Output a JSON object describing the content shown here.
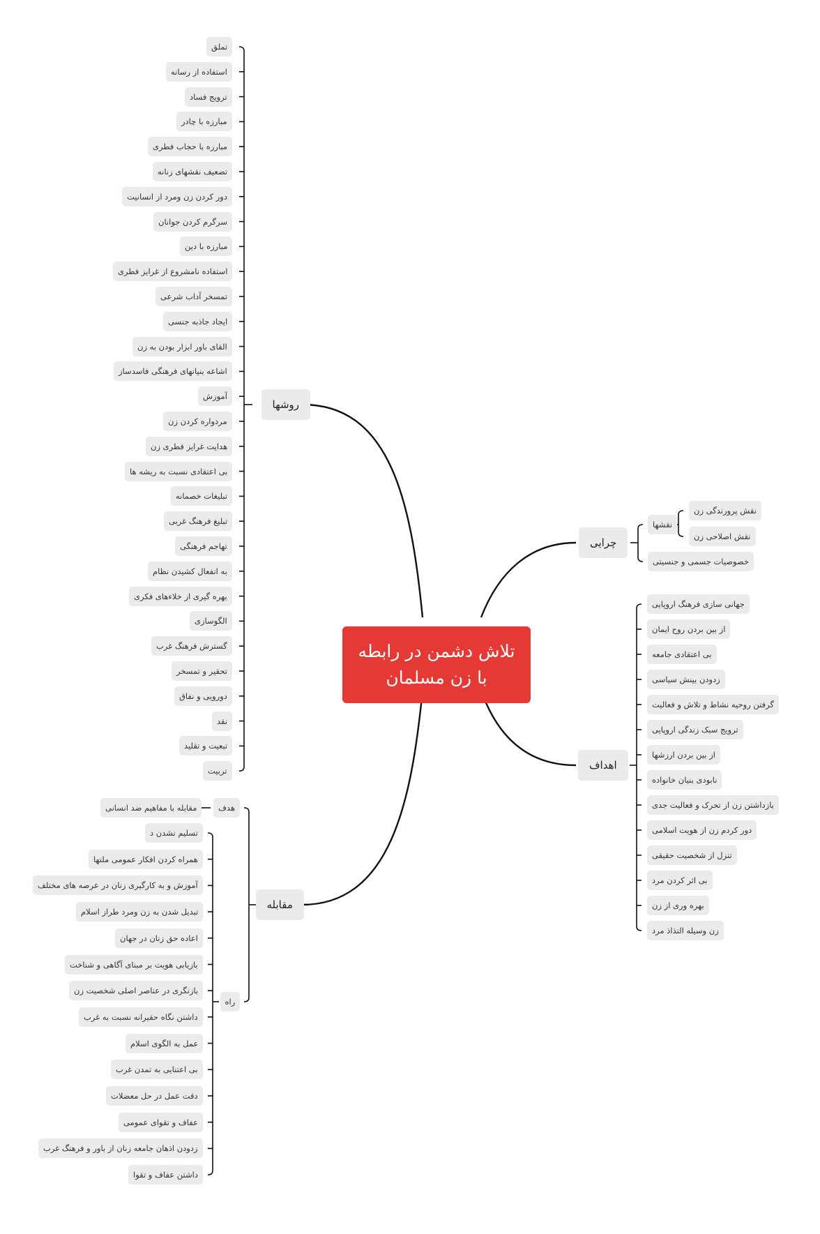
{
  "central_topic": "تلاش دشمن در رابطه با زن مسلمان",
  "colors": {
    "root": "#e53935",
    "node": "#ebebeb",
    "line": "#111111"
  },
  "branches": {
    "methods": {
      "label": "روشها",
      "items": [
        "تملق",
        "استفاده از رسانه",
        "ترویج فساد",
        "مبارزه با چادر",
        "مبارزه با حجاب فطری",
        "تضعیف نقشهای زنانه",
        "دور کردن زن ومرد از انسانیت",
        "سرگرم کردن جوانان",
        "مبارزه با دین",
        "استفاده نامشروع از غرایز فطری",
        "تمسخر آداب شرعی",
        "ایجاد جاذبه جنسی",
        "القای باور ابزار بودن به زن",
        "اشاعه بنیانهای فرهنگی فاسدساز",
        "آموزش",
        "مردواره کردن زن",
        "هدایت غرایز فطری زن",
        "بی اعتقادی نسبت به ریشه ها",
        "تبلیغات خصمانه",
        "تبلیغ فرهنگ غربی",
        "تهاجم فرهنگی",
        "به انفعال کشیدن نظام",
        "بهره گیری از خلاءهای فکری",
        "الگوسازی",
        "گسترش فرهنگ غرب",
        "تحقیر و تمسخر",
        "دورویی و نفاق",
        "نقد",
        "تبعیت و تقلید",
        "تربیت"
      ]
    },
    "why": {
      "label": "چرایی",
      "roles": {
        "label": "نقشها",
        "items": [
          "نقش پرورندگی زن",
          "نقش اصلاحی زن"
        ]
      },
      "other": "خصوصیات جسمی و جنسیتی"
    },
    "goals": {
      "label": "اهداف",
      "items": [
        "جهانی سازی فرهنگ اروپایی",
        "از بین بردن روح ایمان",
        "بی اعتقادی جامعه",
        "زدودن بینش سیاسی",
        "گرفتن روحیه نشاط و تلاش و فعالیت",
        "ترویج سبک زندگی اروپایی",
        "از بین بردن ارزشها",
        "نابودی بنیان خانواده",
        "بازداشتن زن از تحرک و فعالیت جدی",
        "دور کردم زن از هویت اسلامی",
        "تنزل از شخصیت حقیقی",
        "بی اثر کردن مرد",
        "بهره وری از زن",
        "زن وسیله التذاذ مرد"
      ]
    },
    "counter": {
      "label": "مقابله",
      "goal": {
        "label": "هدف",
        "item": "مقابله با مفاهیم ضد انسانی"
      },
      "ways": {
        "label": "راه",
        "items": [
          "تسلیم نشدن د",
          "همراه کردن افکار عمومی ملتها",
          "آموزش و به کارگیری زنان در عرصه های مختلف",
          "تبدیل شدن به زن ومرد طراز اسلام",
          "اعاده حق زنان در جهان",
          "بازیابی هویت بر مبنای آگاهی و شناخت",
          "بازنگری در عناصر اصلی شخصیت زن",
          "داشتن نگاه حقیرانه نسبت به  غرب",
          "عمل به الگوی اسلام",
          "بی اعتنایی به تمدن غرب",
          "دقت عمل در حل معضلات",
          "عفاف و تقوای عمومی",
          "زدودن اذهان جامعه زنان از باور و فرهنگ غرب",
          "داشتن عفاف و تقوا"
        ]
      }
    }
  }
}
